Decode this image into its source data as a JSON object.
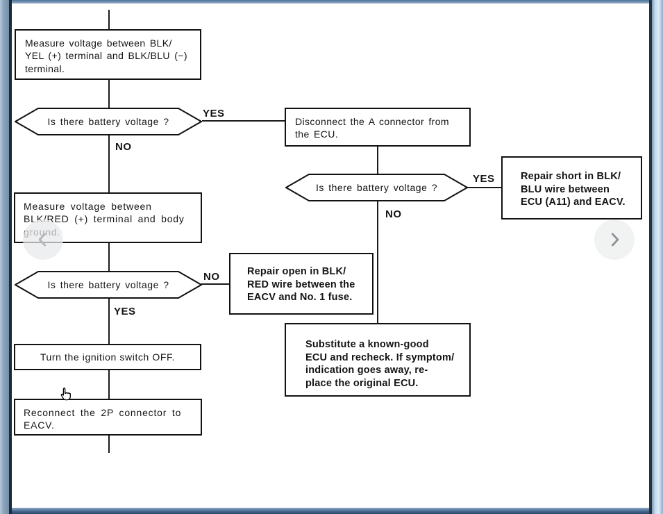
{
  "viewer": {
    "icons": {
      "prev": "chevron-left-icon",
      "next": "chevron-right-icon",
      "cursor": "hand-pointer-cursor"
    },
    "colors": {
      "frame_blue": "#7f99b2",
      "frame_dark": "#1d2a38",
      "frame_light": "#ddedf9",
      "diagram_line": "#1a1a1a",
      "canvas": "#ffffff"
    }
  },
  "flowchart": {
    "step_measure_blkyel": {
      "text": "Measure voltage between BLK/\nYEL (+) terminal and BLK/BLU (−)\nterminal."
    },
    "decision_battery_1": {
      "text": "Is there battery voltage ?",
      "yes": "YES",
      "no": "NO"
    },
    "step_disconnect_a": {
      "text": "Disconnect the A connector from\nthe ECU."
    },
    "decision_battery_2": {
      "text": "Is there battery voltage ?",
      "yes": "YES",
      "no": "NO"
    },
    "repair_short": {
      "text": "Repair short in BLK/\nBLU wire between\nECU (A11) and EACV."
    },
    "step_measure_blkred": {
      "text": "Measure voltage between\nBLK/RED (+) terminal and body\nground."
    },
    "decision_battery_3": {
      "text": "Is there battery voltage ?",
      "no": "NO",
      "yes": "YES"
    },
    "repair_open": {
      "text": "Repair open in BLK/\nRED wire between the\nEACV and No.  1 fuse."
    },
    "substitute_ecu": {
      "text": "Substitute a known-good\nECU and recheck. If symptom/\nindication goes away, re-\nplace the original ECU."
    },
    "step_ignition_off": {
      "text": "Turn the ignition switch OFF."
    },
    "step_reconnect_2p": {
      "text": "Reconnect the 2P connector to\nEACV."
    }
  }
}
